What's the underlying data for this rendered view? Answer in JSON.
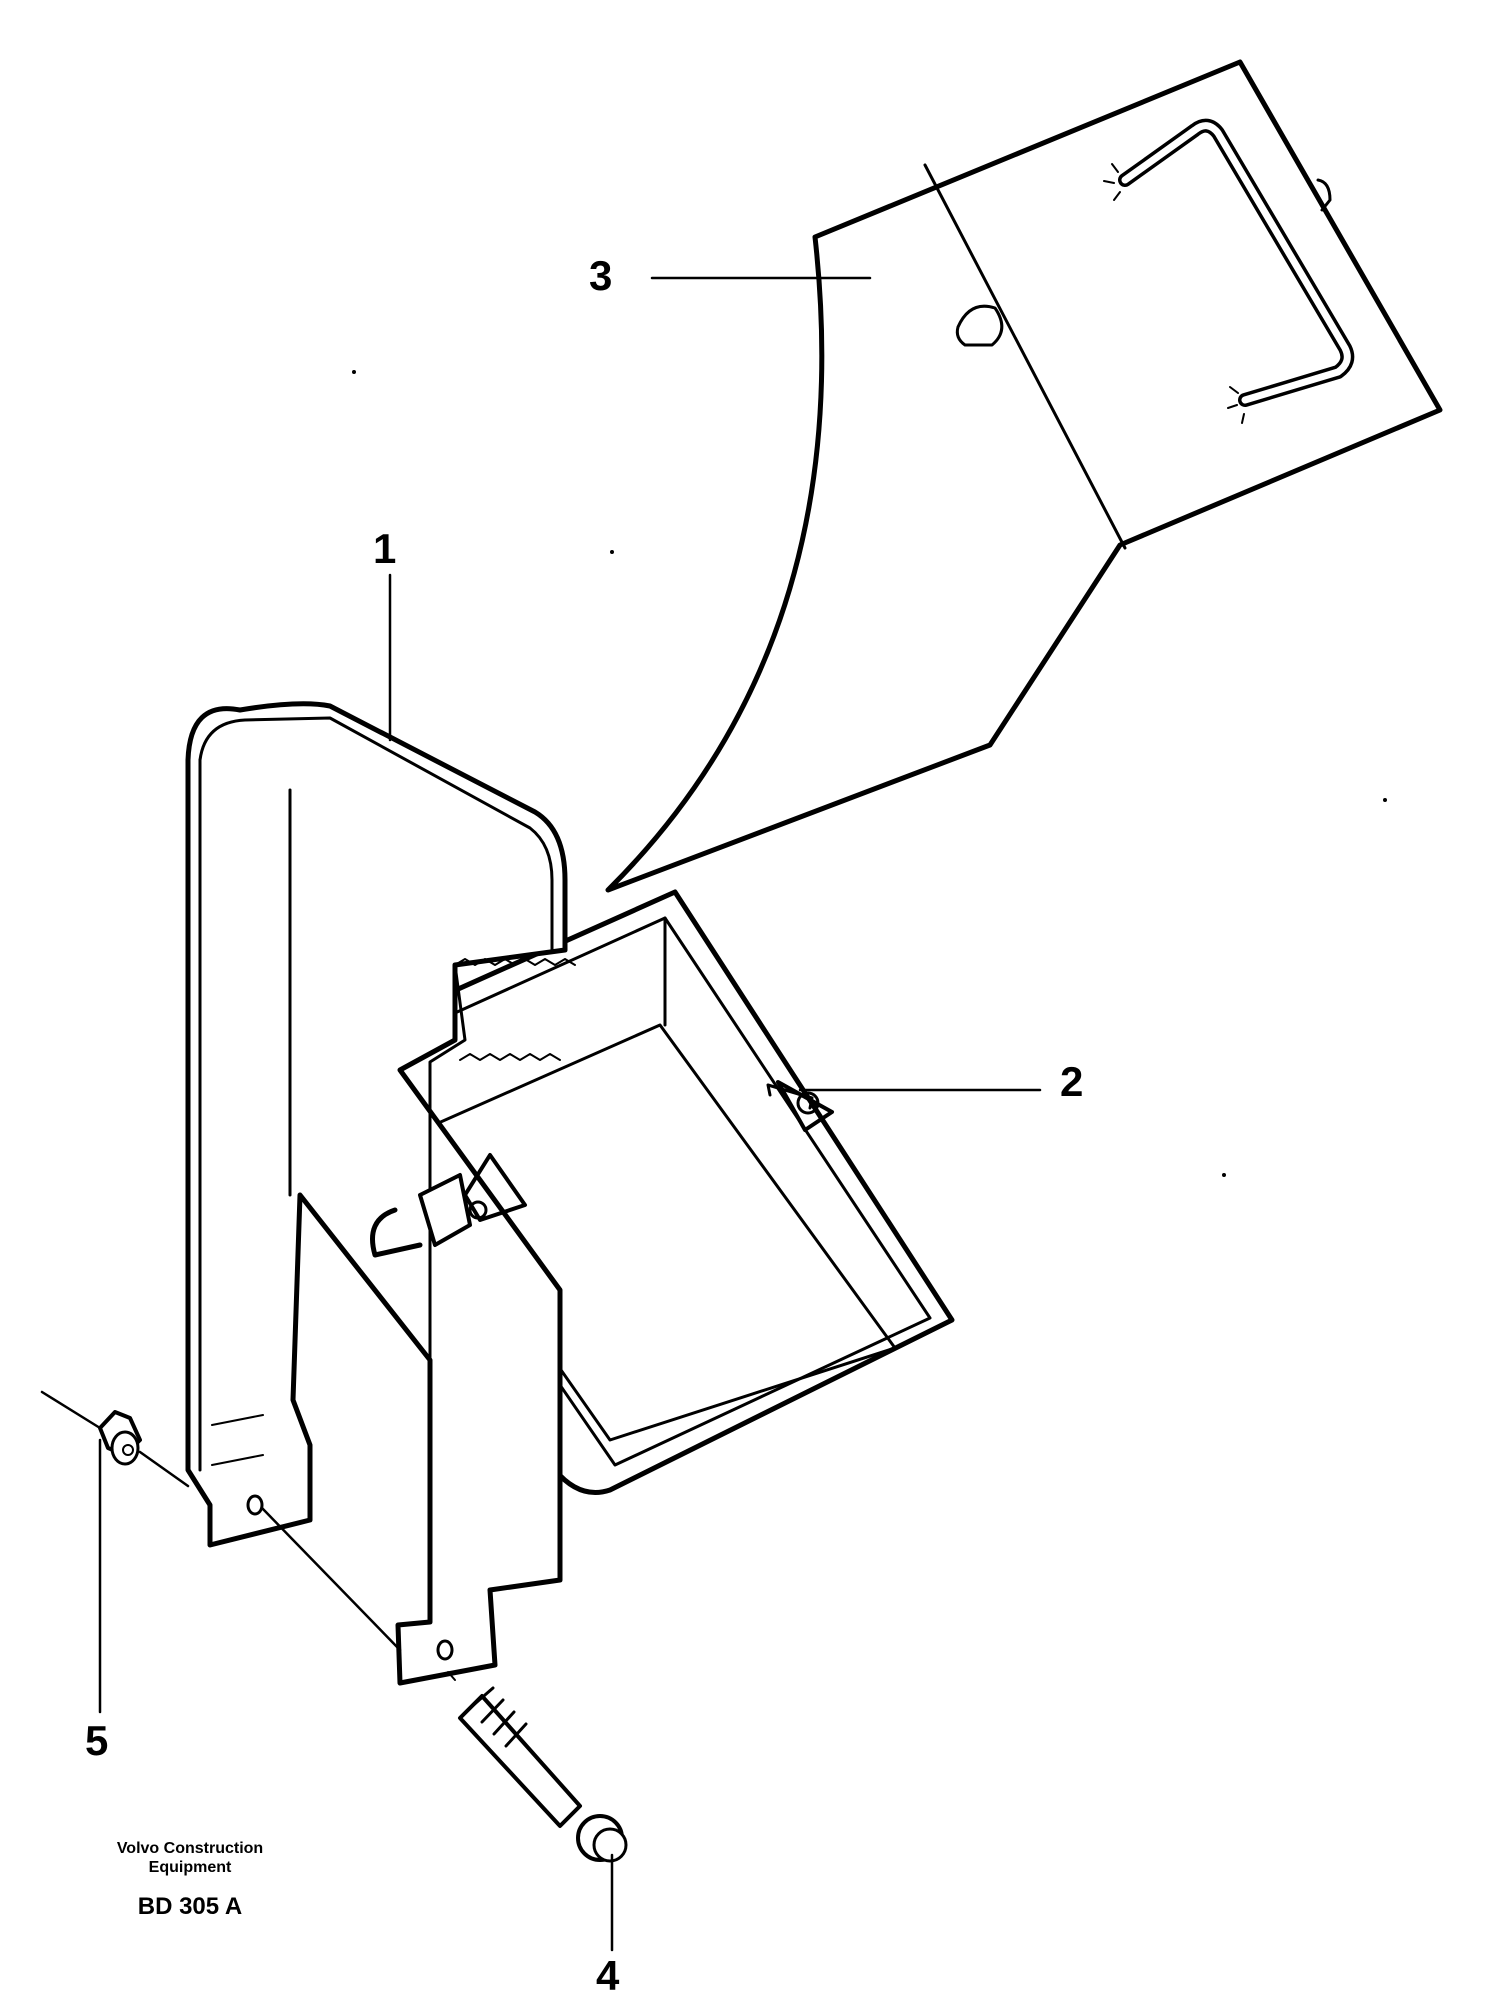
{
  "callouts": {
    "item1": "1",
    "item2": "2",
    "item3": "3",
    "item4": "4",
    "item5": "5"
  },
  "credit": {
    "line1": "Volvo Construction",
    "line2": "Equipment",
    "drawing_code": "BD 305 A"
  },
  "colors": {
    "ink": "#000000",
    "background": "#ffffff"
  }
}
